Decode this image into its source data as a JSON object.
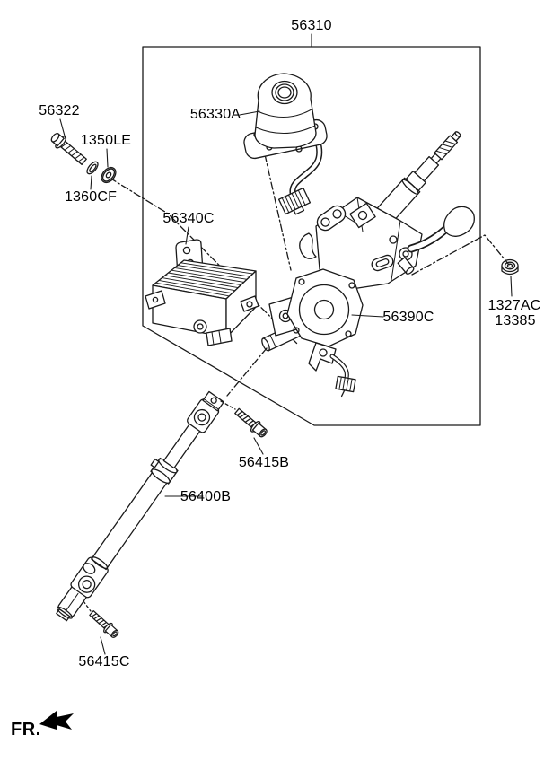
{
  "page": {
    "background": "#ffffff",
    "line_color": "#1a1a1a",
    "text_color": "#000000"
  },
  "assembly": {
    "boundary_label": "56310",
    "direction_indicator": {
      "label": "FR.",
      "icon": "front-direction-arrow"
    }
  },
  "labels": {
    "p56310": "56310",
    "p56322": "56322",
    "p1350LE": "1350LE",
    "p1360CF": "1360CF",
    "p56330A": "56330A",
    "p56340C": "56340C",
    "p56390C": "56390C",
    "p1327AC": "1327AC",
    "p13385": "13385",
    "p56415B": "56415B",
    "p56400B": "56400B",
    "p56415C": "56415C"
  },
  "parts": [
    {
      "code": "56310"
    },
    {
      "code": "56322"
    },
    {
      "code": "1350LE"
    },
    {
      "code": "1360CF"
    },
    {
      "code": "56330A"
    },
    {
      "code": "56340C"
    },
    {
      "code": "56390C"
    },
    {
      "code": "1327AC"
    },
    {
      "code": "13385"
    },
    {
      "code": "56415B"
    },
    {
      "code": "56400B"
    },
    {
      "code": "56415C"
    }
  ]
}
